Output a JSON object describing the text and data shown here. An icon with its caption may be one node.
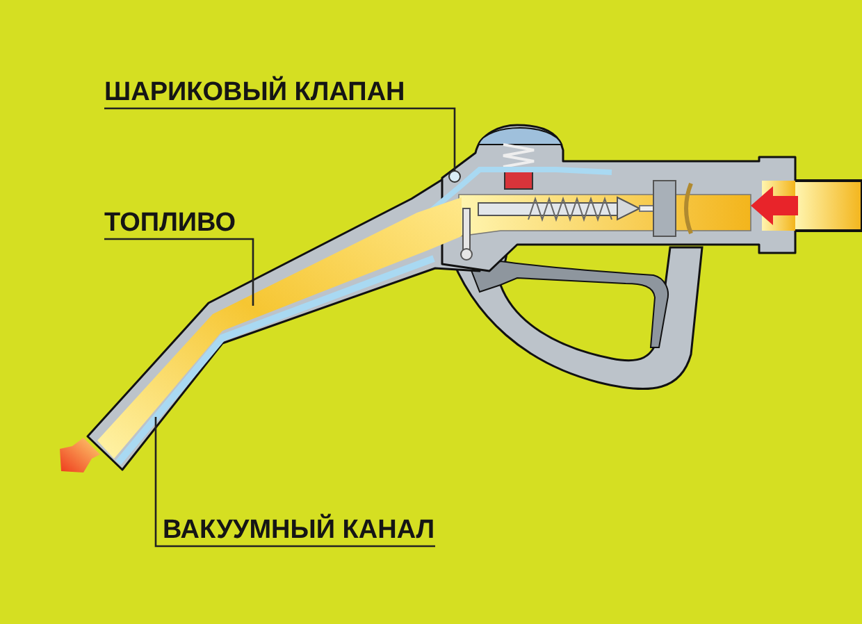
{
  "diagram": {
    "nodes": [
      {
        "text": [
          "ШАРИКОВЫЙ КЛАПАН"
        ]
      },
      {
        "text": [],
        "shape": "circle"
      },
      {
        "text": [
          "ТОПЛИВО"
        ]
      },
      {
        "text": [
          "ВАКУУМНЫЙ КАНАЛ"
        ]
      }
    ],
    "edges": [
      {
        "from": 0,
        "to": 1,
        "arrow": "none"
      },
      {
        "from": 2,
        "to": null,
        "arrow": "none"
      },
      {
        "from": 3,
        "to": null,
        "arrow": "none"
      }
    ]
  }
}
